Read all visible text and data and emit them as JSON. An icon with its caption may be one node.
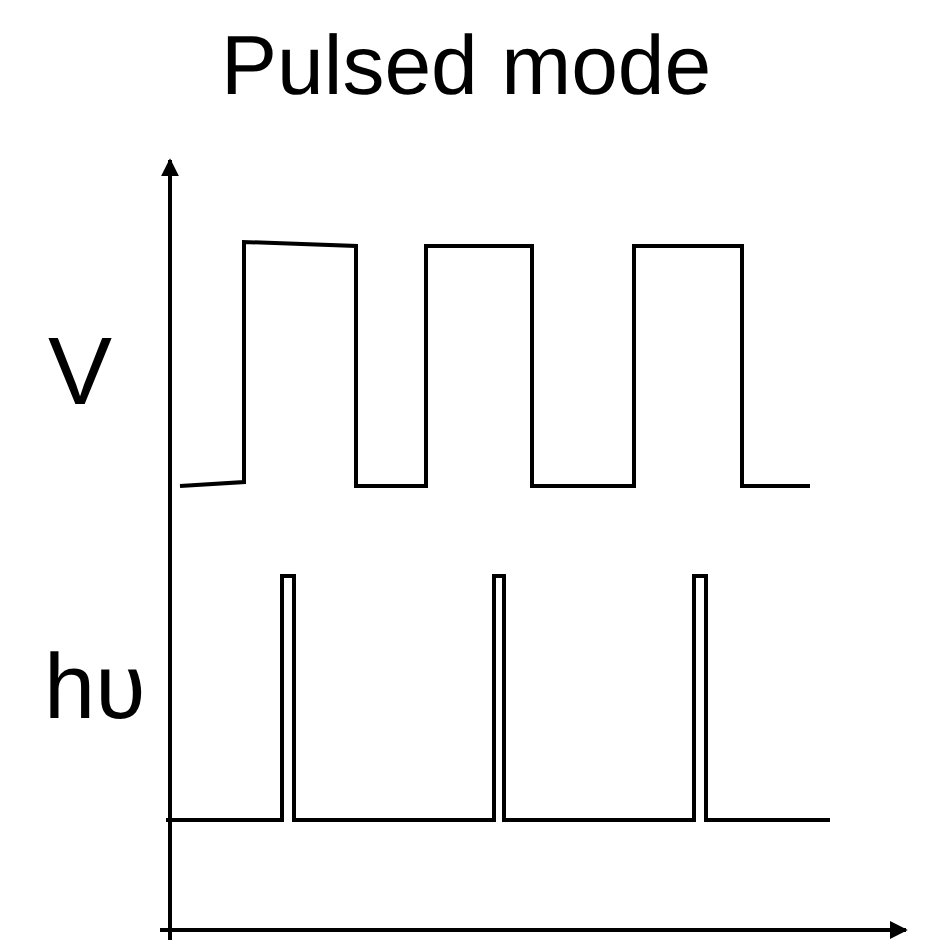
{
  "diagram": {
    "title": "Pulsed mode",
    "labels": [
      "V",
      "hυ"
    ]
  }
}
